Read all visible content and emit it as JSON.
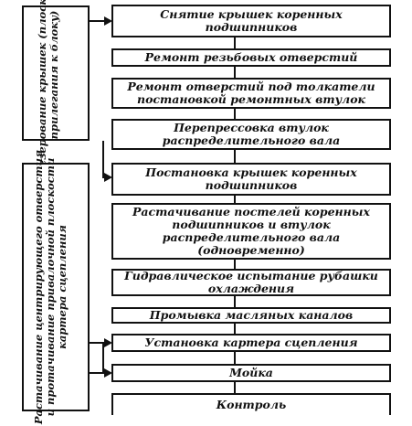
{
  "steps": [
    {
      "text": "Снятие крышек коренных подшипников"
    },
    {
      "text": "Ремонт резьбовых отверстий"
    },
    {
      "text": "Ремонт отверстий под толкатели постановкой ремонтных втулок"
    },
    {
      "text": "Перепрессовка втулок распределительного вала"
    },
    {
      "text": "Постановка крышек коренных подшипников"
    },
    {
      "text": "Растачивание постелей коренных подшипников и втулок распределительного вала (одновременно)"
    },
    {
      "text": "Гидравлическое испытание рубашки охлаждения"
    },
    {
      "text": "Промывка масляных каналов"
    },
    {
      "text": "Установка картера сцепления"
    },
    {
      "text": "Мойка"
    },
    {
      "text": "Контроль"
    }
  ],
  "side_ops": [
    {
      "text": "Фрезерование крышек (плоскости прилегания к блоку)"
    },
    {
      "text": "Растачивание центрирующего отверстия и протачивание привалочной плоскости картера сцепления"
    }
  ]
}
